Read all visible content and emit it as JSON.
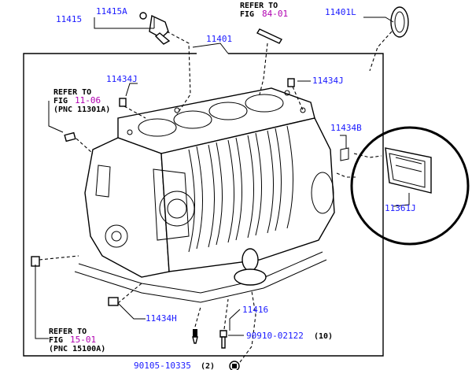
{
  "parts": {
    "p11415": "11415",
    "p11415A": "11415A",
    "p11401": "11401",
    "p11401L": "11401L",
    "p11434J_left": "11434J",
    "p11434J_right": "11434J",
    "p11434B": "11434B",
    "p11361J": "11361J",
    "p11434H": "11434H",
    "p11416": "11416",
    "p90910": "90910-02122",
    "p90910_qty": "(10)",
    "p90105": "90105-10335",
    "p90105_qty": "(2)"
  },
  "references": {
    "fig84": {
      "line1": "REFER TO",
      "line2": "FIG",
      "fig": "84-01"
    },
    "fig11": {
      "line1": "REFER TO",
      "line2": "FIG",
      "fig": "11-06",
      "pnc": "(PNC 11301A)"
    },
    "fig15": {
      "line1": "REFER TO",
      "line2": "FIG",
      "fig": "15-01",
      "pnc": "(PNC 15100A)"
    }
  },
  "colors": {
    "part_label": "#1a1aff",
    "fig_number": "#b000b0",
    "line": "#000000"
  }
}
